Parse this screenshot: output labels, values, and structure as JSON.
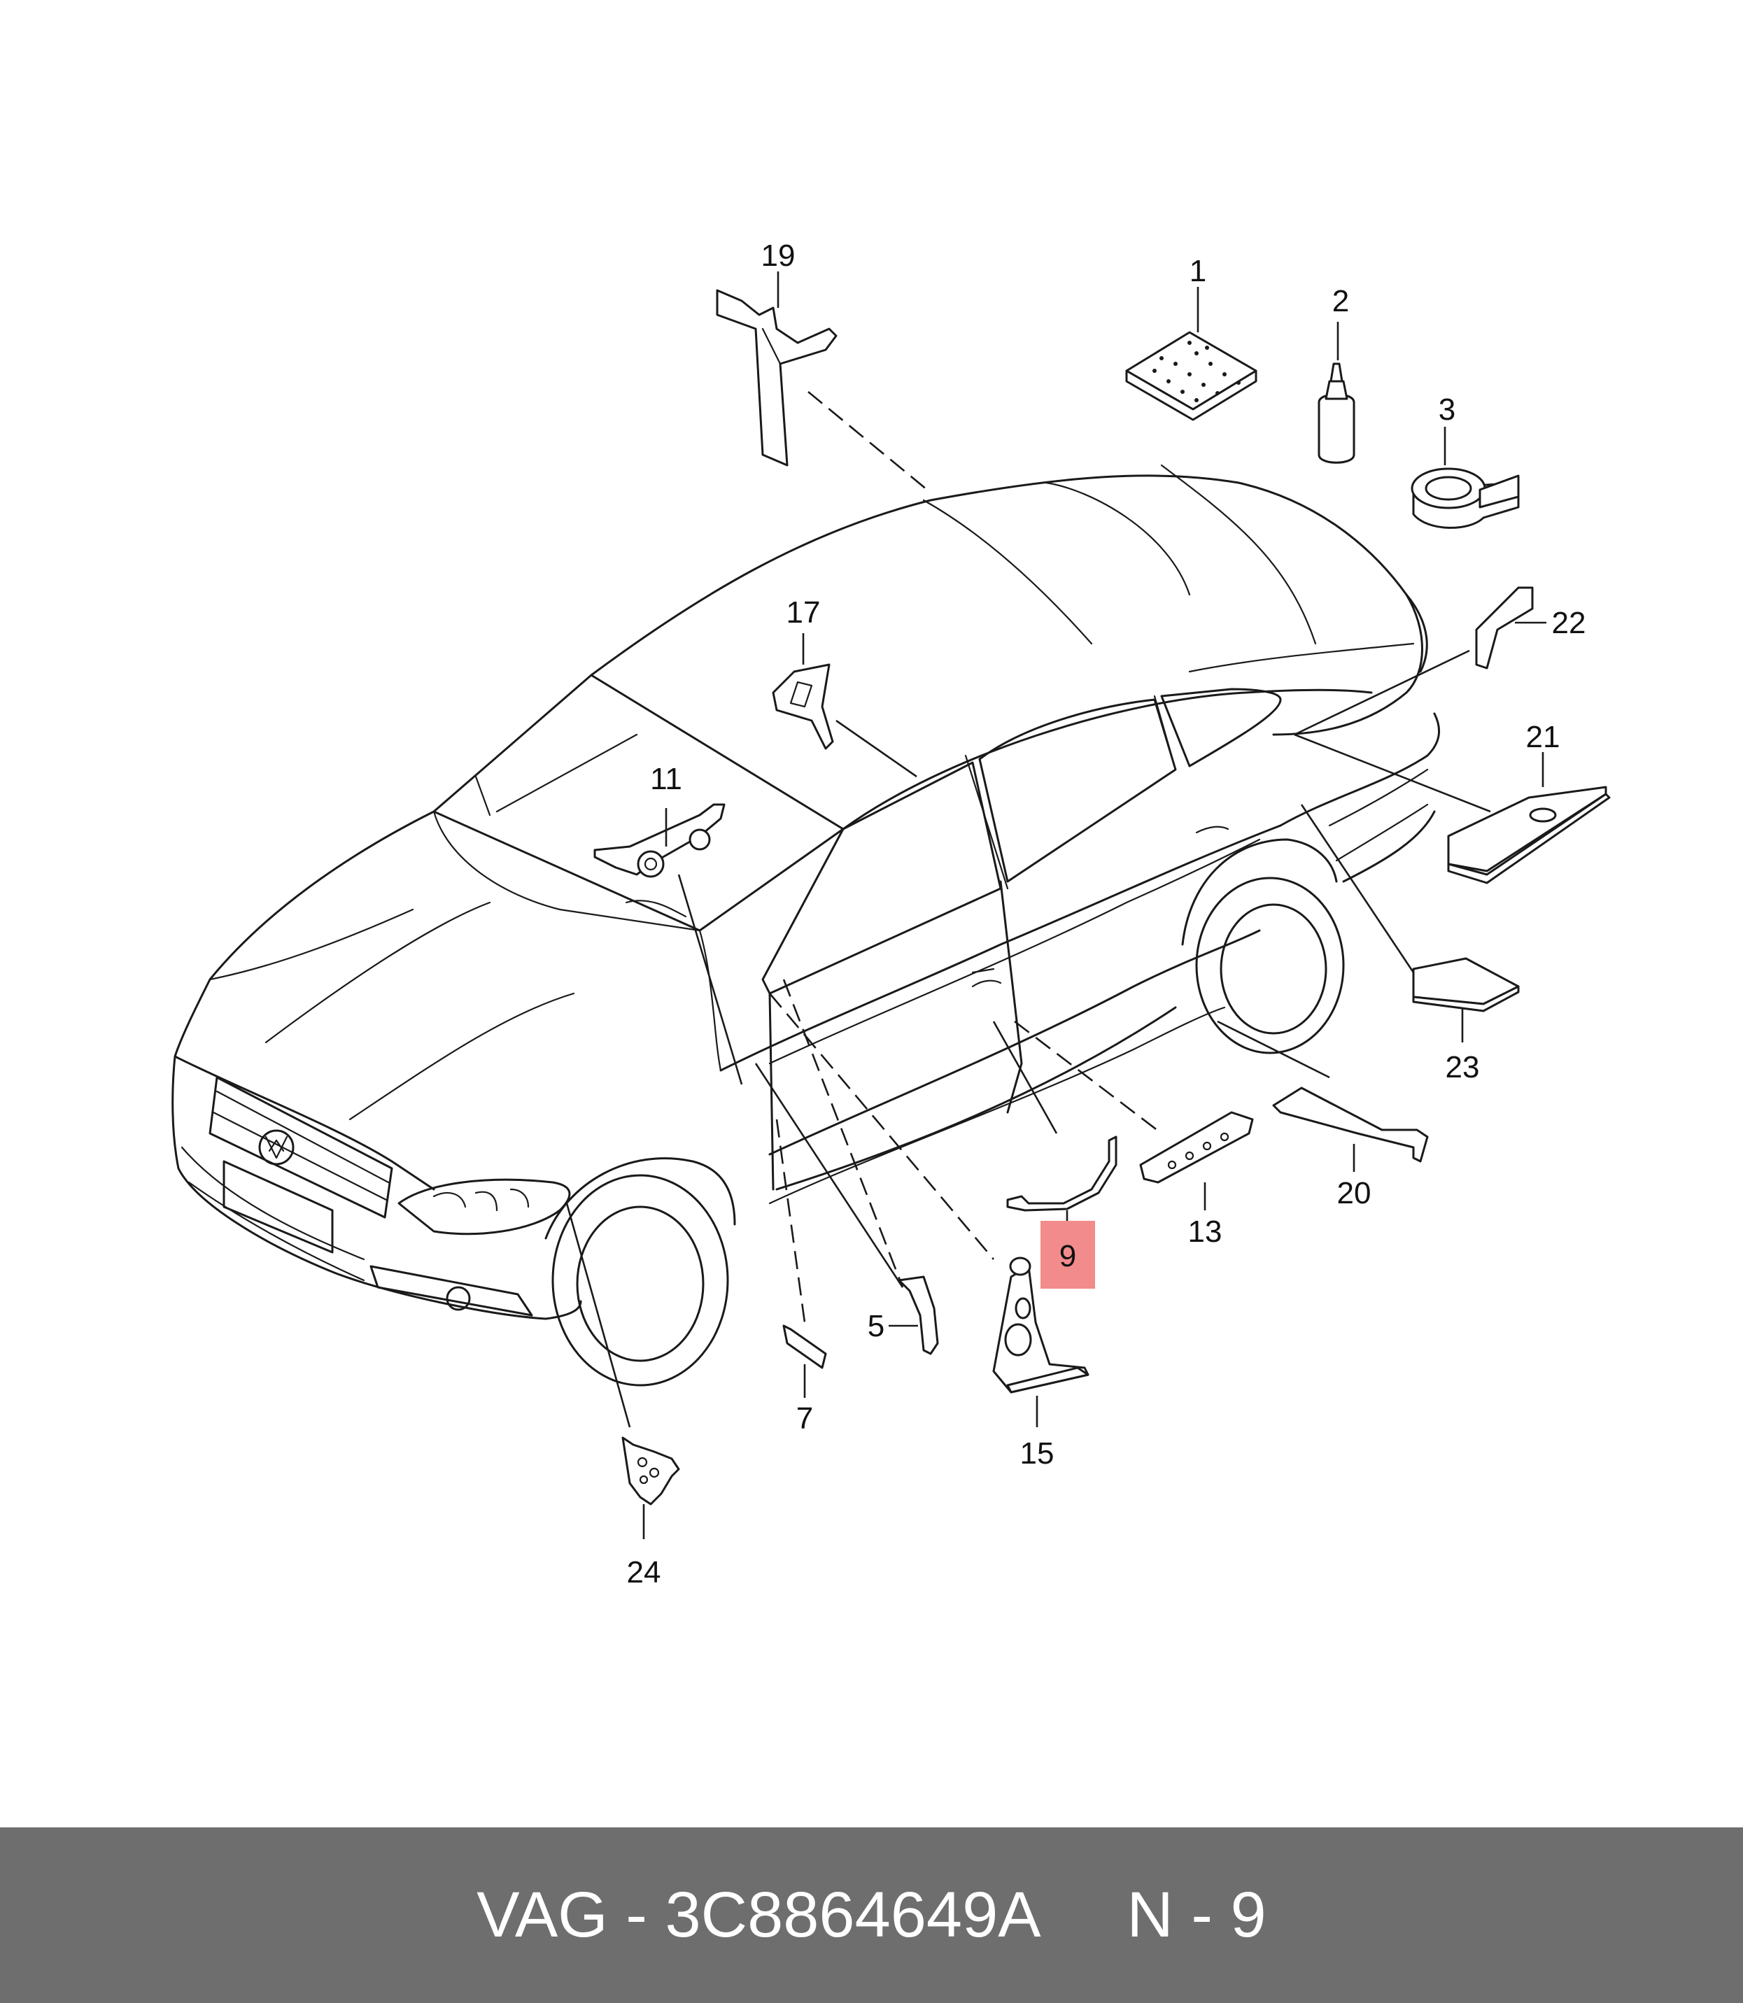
{
  "callouts": [
    {
      "id": "1",
      "label": "1"
    },
    {
      "id": "2",
      "label": "2"
    },
    {
      "id": "3",
      "label": "3"
    },
    {
      "id": "5",
      "label": "5"
    },
    {
      "id": "7",
      "label": "7"
    },
    {
      "id": "9",
      "label": "9",
      "highlighted": true
    },
    {
      "id": "11",
      "label": "11"
    },
    {
      "id": "13",
      "label": "13"
    },
    {
      "id": "15",
      "label": "15"
    },
    {
      "id": "17",
      "label": "17"
    },
    {
      "id": "19",
      "label": "19"
    },
    {
      "id": "20",
      "label": "20"
    },
    {
      "id": "21",
      "label": "21"
    },
    {
      "id": "22",
      "label": "22"
    },
    {
      "id": "23",
      "label": "23"
    },
    {
      "id": "24",
      "label": "24"
    }
  ],
  "highlight_color": "#f28b8b",
  "footer": {
    "text": "VAG - 3C8864649A     N - 9",
    "background": "#6e6e6e",
    "color": "#ffffff"
  }
}
